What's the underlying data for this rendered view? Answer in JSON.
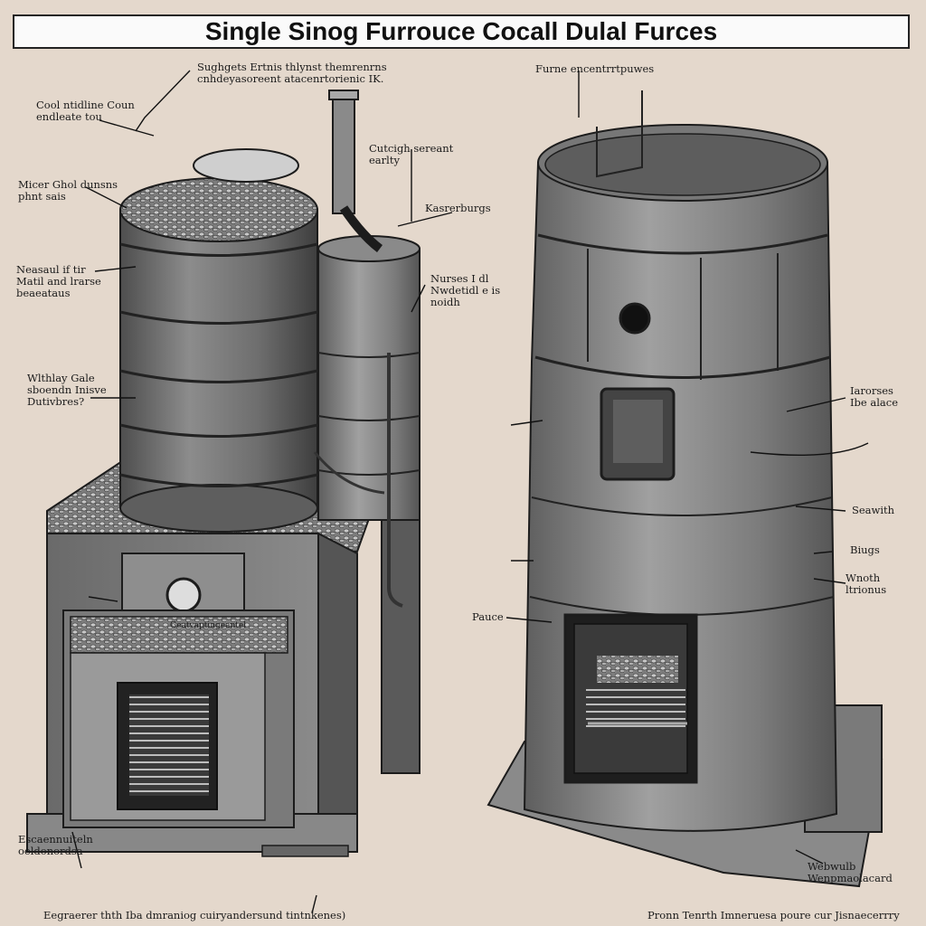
{
  "title": "Single Sinog Furrouce Cocall Dulal Furces",
  "labels": {
    "l_top1": "Sughgets Ertnis thlynst themrenrns\ncnhdeyasoreent atacenrtorienic IK.",
    "l_coal": "Cool ntidline Coun\nendleate tou",
    "l_hopper": "Micer Ghol dunsns\nphnt sais",
    "l_vent": "Neasaul if tir\nMatil and lrarse\nbeaeataus",
    "l_window": "Wlthlay Gale\nsboendn Inisve\nDutivbres?",
    "l_chimney": "Cutcigh sereant\nearlty",
    "l_pipe": "Kasrerburgs",
    "l_flue": "Nurses I dl\nNwdetidl e is\nnoidh",
    "l_base": "Escaennuiteln\noeldonordsa",
    "l_bottom_left": "Eegraerer thth Iba dmraniog cuiryandersund tintnkenes)",
    "l_top2": "Furne encentrrtpuwes",
    "l_vent2": "Iarorses\nIbe alace",
    "l_seal": "Seawith",
    "l_bugs": "Biugs",
    "l_vent3": "Wnoth\nltrionus",
    "l_pane": "Pauce",
    "l_bottom_right2": "Webwulb\nWenpmaolacard",
    "l_bottom_right": "Pronn Tenrth Imneruesa poure cur Jisnaecerrry"
  },
  "gauge_label": "Geatvaptingeantel",
  "colors": {
    "bg": "#e4d8cc",
    "metal_dark": "#5a5a5a",
    "metal_mid": "#7a7a7a",
    "metal_light": "#a6a6a6",
    "outline": "#1c1c1c"
  }
}
